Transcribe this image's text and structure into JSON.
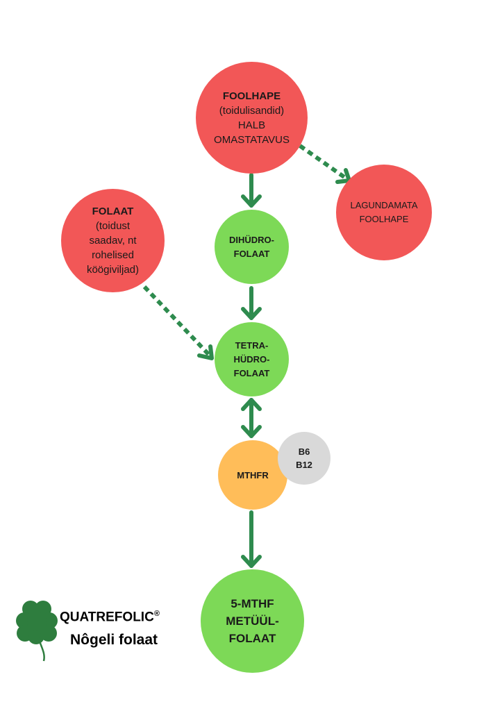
{
  "diagram": {
    "foolhape": {
      "title": "FOOLHAPE",
      "lines": [
        "(toidulisandid)",
        "HALB",
        "OMASTATAVUS"
      ]
    },
    "lagundamata": {
      "lines": [
        "LAGUNDAMATA",
        "FOOLHAPE"
      ]
    },
    "folaat": {
      "title": "FOLAAT",
      "lines": [
        "(toidust",
        "saadav, nt",
        "rohelised",
        "köögiviljad)"
      ]
    },
    "dihudrofolaat": {
      "lines": [
        "DIHÜDRO-",
        "FOLAAT"
      ]
    },
    "tetrahudrofolaat": {
      "lines": [
        "TETRA-",
        "HÜDRO-",
        "FOLAAT"
      ]
    },
    "mthfr": {
      "label": "MTHFR"
    },
    "cofactors": {
      "lines": [
        "B6",
        "B12"
      ]
    },
    "mthf": {
      "lines": [
        "5-MTHF",
        "METÜÜL-",
        "FOLAAT"
      ]
    }
  },
  "brand": {
    "name": "QUATREFOLIC",
    "registered": "®",
    "subtitle": "Nôgeli folaat"
  },
  "colors": {
    "red": "#f25757",
    "green": "#7dd957",
    "orange": "#ffbd59",
    "grey": "#d9d9d9",
    "arrow": "#2e8b4e",
    "clover": "#2e7d3e"
  }
}
